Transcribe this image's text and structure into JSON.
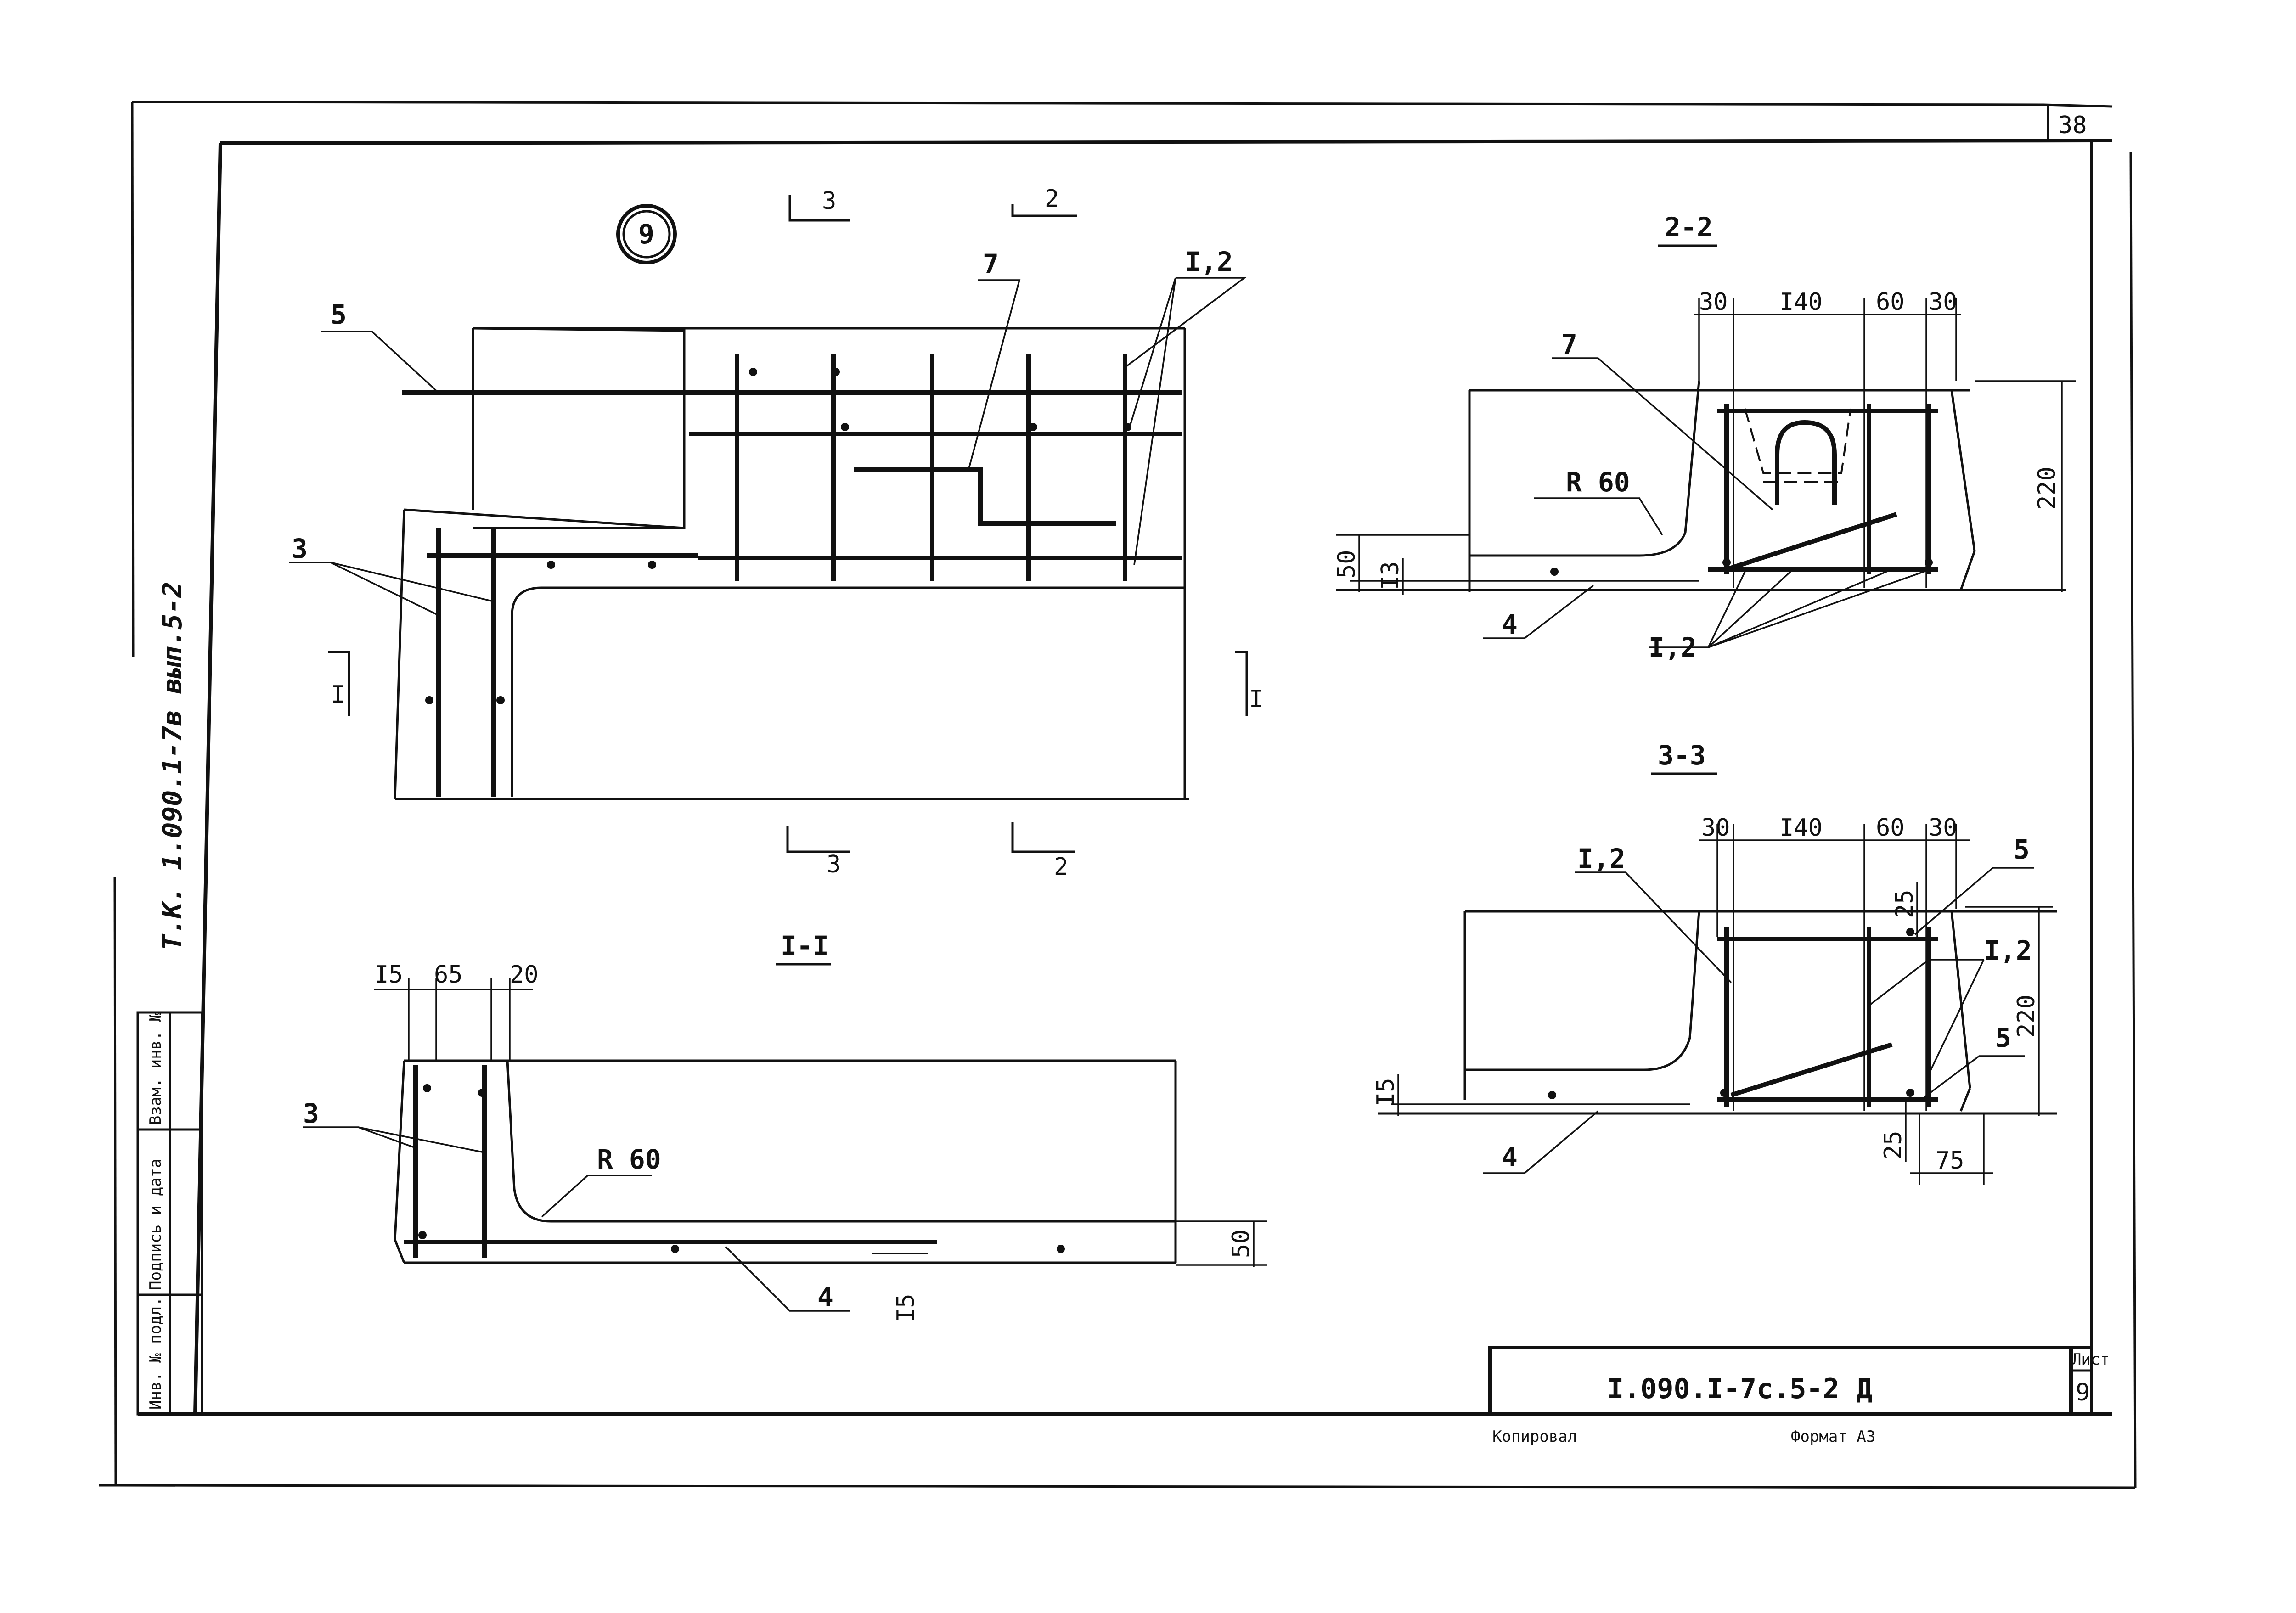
{
  "sheet": {
    "corner_number": "38",
    "side_note": "Т.К. 1.090.1-7в вып.5-2",
    "node_number": "9",
    "title_code": "I.090.I-7с.5-2 Д",
    "sheet_label": "Лист",
    "sheet_number": "9",
    "copied_label": "Копировал",
    "format_label": "Формат А3",
    "stamp_cells": [
      "Инв. № подл.",
      "Подпись и дата",
      "Взам. инв. №"
    ]
  },
  "main_view": {
    "cut_marks": [
      "3",
      "2",
      "3",
      "2",
      "I",
      "I"
    ],
    "callouts": [
      "5",
      "7",
      "I,2",
      "3"
    ]
  },
  "section_1_1": {
    "title": "I-I",
    "dims_top": [
      "I5",
      "65",
      "20"
    ],
    "callouts": [
      "3",
      "R 60",
      "4"
    ],
    "dims_side": [
      "50",
      "I5"
    ]
  },
  "section_2_2": {
    "title": "2-2",
    "dims_top": [
      "30",
      "I40",
      "60",
      "30"
    ],
    "callouts": [
      "7",
      "R 60",
      "4",
      "I,2"
    ],
    "dims_side": [
      "50",
      "I3",
      "220"
    ]
  },
  "section_3_3": {
    "title": "3-3",
    "dims_top": [
      "30",
      "I40",
      "60",
      "30"
    ],
    "callouts": [
      "I,2",
      "5",
      "I,2",
      "5",
      "4"
    ],
    "dims_side": [
      "I5",
      "220",
      "25",
      "25",
      "75"
    ]
  }
}
